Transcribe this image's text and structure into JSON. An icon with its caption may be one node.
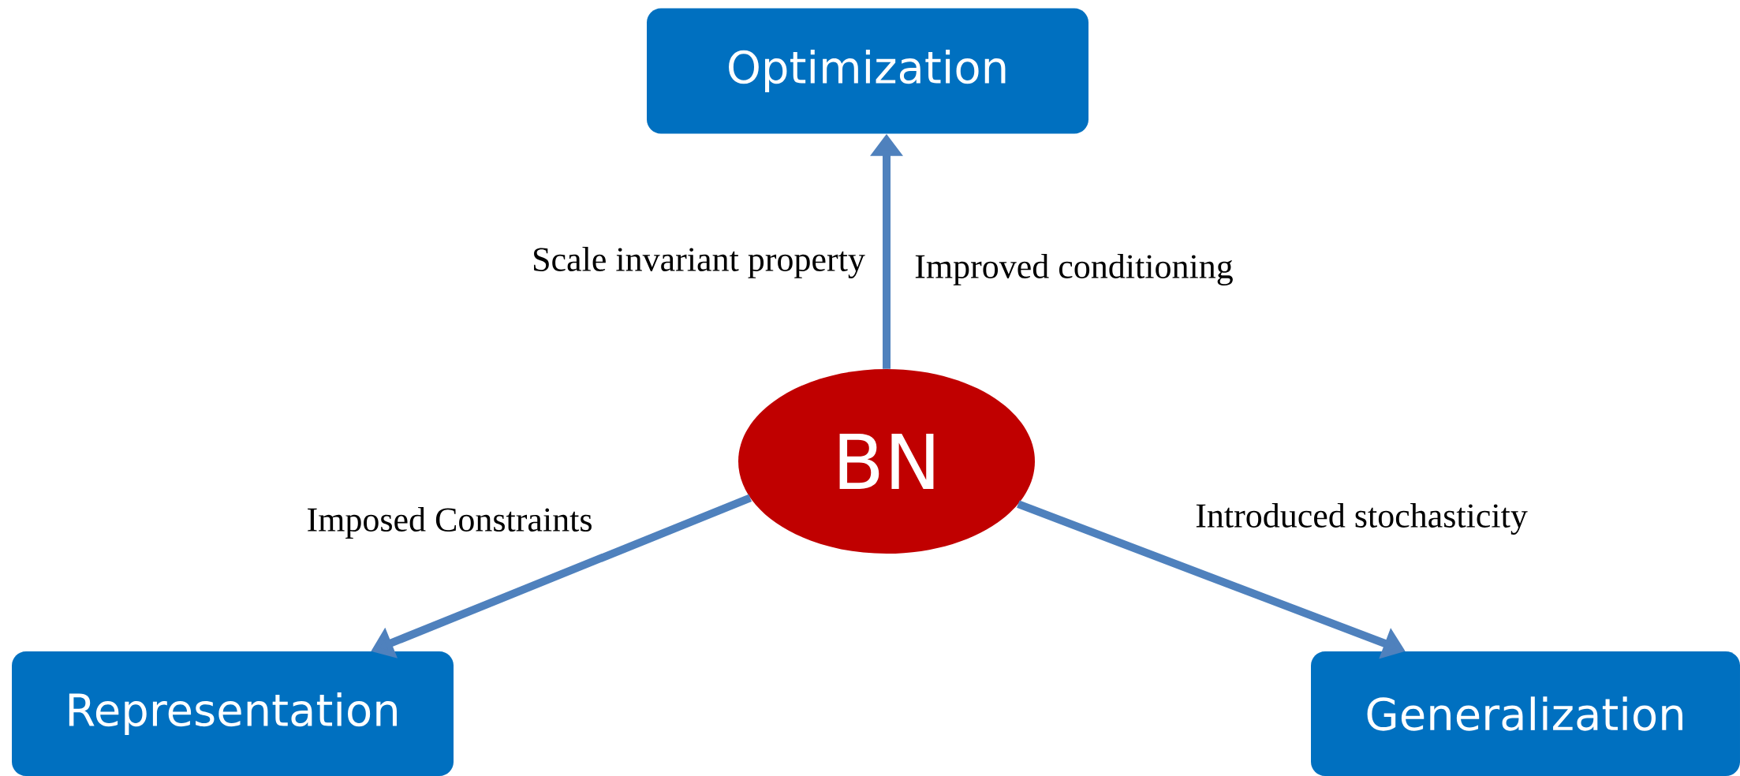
{
  "diagram": {
    "nodes": [
      {
        "text": [
          "Optimization"
        ]
      },
      {
        "text": [
          "BN"
        ]
      },
      {
        "text": [
          "Representation"
        ]
      },
      {
        "text": [
          "Generalization"
        ]
      }
    ],
    "edges": [
      {
        "from": 1,
        "to": 0,
        "arrow": "to",
        "label": "Scale invariant property"
      },
      {
        "from": 1,
        "to": 2,
        "arrow": "to",
        "label": "Imposed Constraints"
      },
      {
        "from": 1,
        "to": 3,
        "arrow": "to",
        "label": "Introduced stochasticity"
      }
    ],
    "labels": [
      "Improved conditioning"
    ]
  }
}
